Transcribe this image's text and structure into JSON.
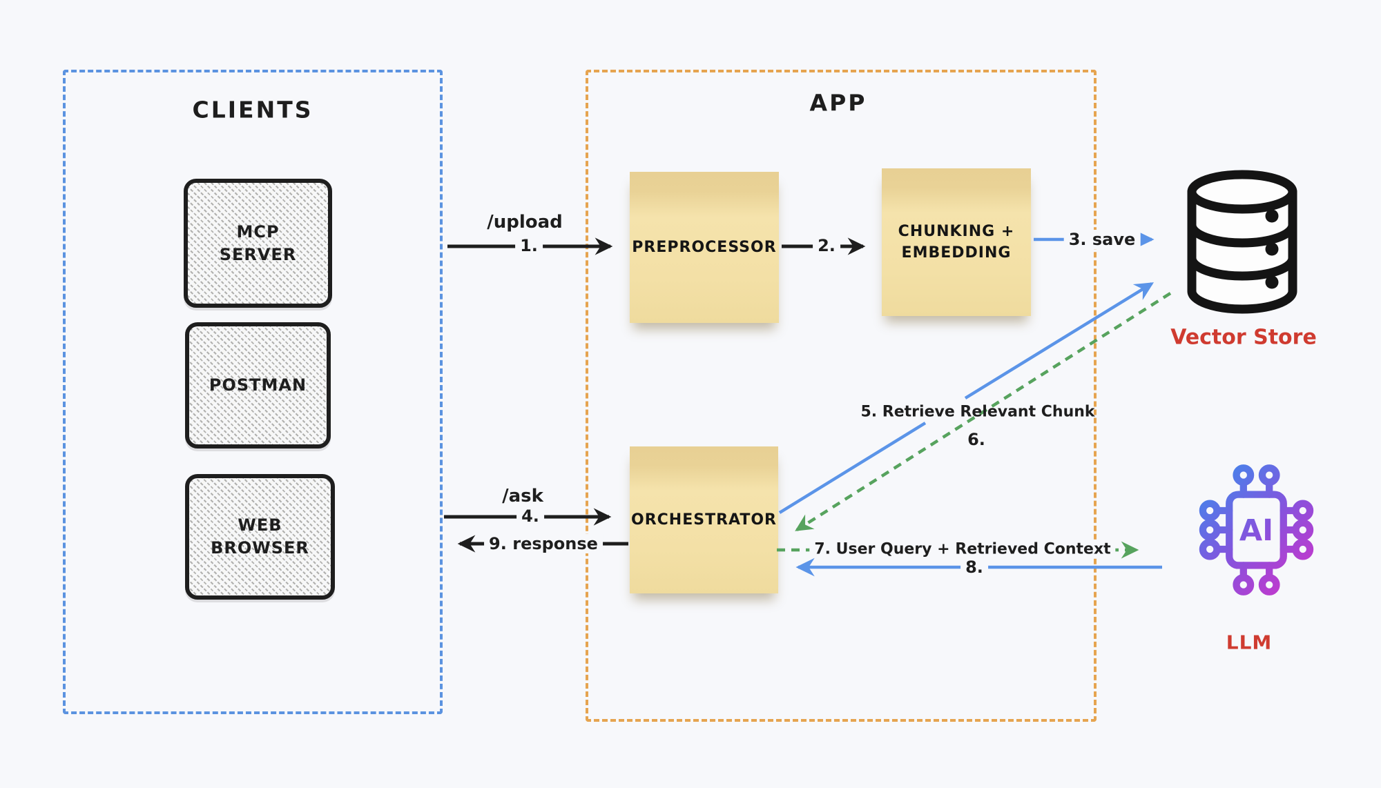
{
  "page": {
    "background": "#f7f8fb"
  },
  "groups": {
    "clients": {
      "title": "CLIENTS",
      "border_color": "#5b93e0"
    },
    "app": {
      "title": "APP",
      "border_color": "#e6a450"
    }
  },
  "client_boxes": [
    {
      "lines": [
        "MCP",
        "SERVER"
      ]
    },
    {
      "lines": [
        "POSTMAN"
      ]
    },
    {
      "lines": [
        "WEB",
        "BROWSER"
      ]
    }
  ],
  "app_notes": [
    {
      "lines": [
        "PREPROCESSOR"
      ]
    },
    {
      "lines": [
        "CHUNKING +",
        "EMBEDDING"
      ]
    },
    {
      "lines": [
        "ORCHESTRATOR"
      ]
    }
  ],
  "external": {
    "vector_store_label": "Vector Store",
    "llm_label": "LLM",
    "llm_chip_text": "AI",
    "label_color": "#cf3b30"
  },
  "arrow_labels": {
    "upload_route": "/upload",
    "step1": "1.",
    "step2": "2.",
    "step3_save": "3. save",
    "ask_route": "/ask",
    "step4": "4.",
    "step5_retrieve": "5. Retrieve Relevant Chunk",
    "step6": "6.",
    "step7_user_query": "7. User Query + Retrieved Context",
    "step8": "8.",
    "step9_response": "9. response"
  },
  "icons": {
    "vector_store": "database-icon",
    "llm": "ai-chip-icon"
  },
  "palette": {
    "black_arrow": "#1e1e1e",
    "blue_arrow": "#5b94e8",
    "green_arrow": "#57a35e",
    "sticky_note": "#f2dfa2",
    "clients_border": "#5b93e0",
    "app_border": "#e6a450",
    "external_label_red": "#cf3b30"
  }
}
